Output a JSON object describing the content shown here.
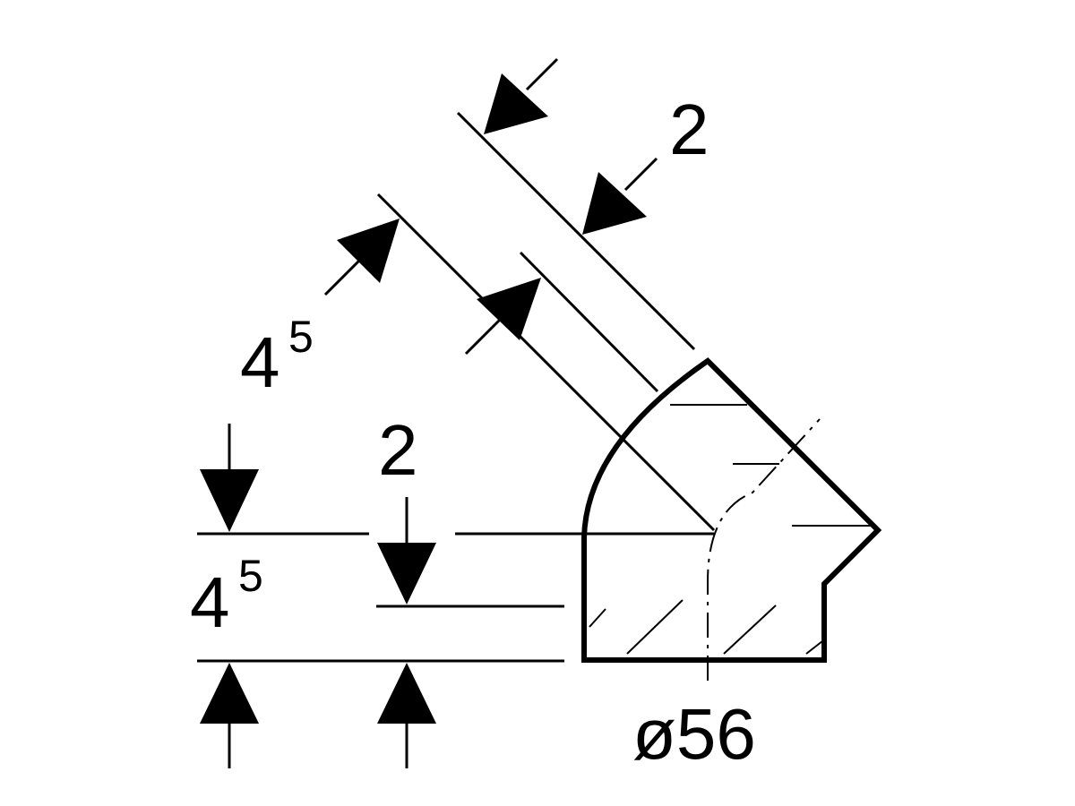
{
  "diagram": {
    "labels": {
      "socket_length_top": {
        "main": "2"
      },
      "insertion_depth_diagonal": {
        "main": "4",
        "sup": "5"
      },
      "socket_length_left": {
        "main": "2"
      },
      "insertion_depth_left": {
        "main": "4",
        "sup": "5"
      },
      "diameter": {
        "main": "ø56"
      }
    },
    "colors": {
      "ink": "#000000",
      "background": "#ffffff"
    }
  }
}
